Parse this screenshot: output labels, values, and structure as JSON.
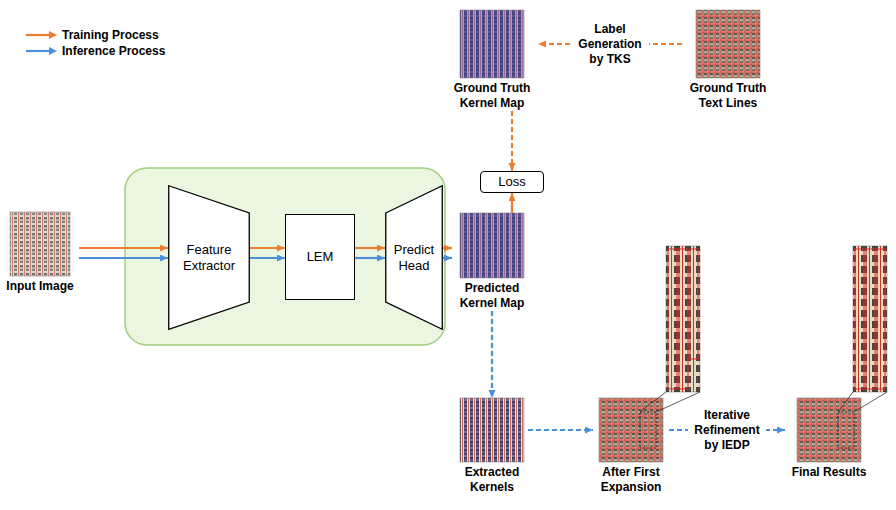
{
  "diagram": {
    "nodes": [
      {
        "text": [
          "Ground Truth Kernel Map"
        ]
      },
      {
        "text": [
          "Ground Truth Text Lines"
        ]
      },
      {
        "text": [
          "Loss"
        ]
      },
      {
        "text": [
          "Input Image"
        ]
      },
      {
        "text": [
          "Feature Extractor"
        ]
      },
      {
        "text": [
          "LEM"
        ]
      },
      {
        "text": [
          "Predict Head"
        ]
      },
      {
        "text": [
          "Predicted Kernel Map"
        ]
      },
      {
        "text": [
          "Extracted Kernels"
        ]
      },
      {
        "text": [
          "After First Expansion"
        ]
      },
      {
        "text": [
          "Final Results"
        ]
      }
    ],
    "edges": [
      {
        "from": 1,
        "to": 0,
        "arrow": "to",
        "label": "Label Generation by TKS"
      },
      {
        "from": 0,
        "to": 2,
        "arrow": "to"
      },
      {
        "from": 7,
        "to": 2,
        "arrow": "to"
      },
      {
        "from": 3,
        "to": 4,
        "arrow": "to"
      },
      {
        "from": 3,
        "to": 4,
        "arrow": "to"
      },
      {
        "from": 4,
        "to": 5,
        "arrow": "to"
      },
      {
        "from": 4,
        "to": 5,
        "arrow": "to"
      },
      {
        "from": 5,
        "to": 6,
        "arrow": "to"
      },
      {
        "from": 5,
        "to": 6,
        "arrow": "to"
      },
      {
        "from": 6,
        "to": 7,
        "arrow": "to"
      },
      {
        "from": 6,
        "to": 7,
        "arrow": "to"
      },
      {
        "from": 7,
        "to": 8,
        "arrow": "to"
      },
      {
        "from": 8,
        "to": 9,
        "arrow": "to"
      },
      {
        "from": 9,
        "to": 10,
        "arrow": "to",
        "label": "Iterative Refinement by IEDP"
      }
    ],
    "legend": [
      {
        "text": "Training Process",
        "color": "#ED7D31"
      },
      {
        "text": "Inference Process",
        "color": "#4A90D9"
      }
    ]
  }
}
